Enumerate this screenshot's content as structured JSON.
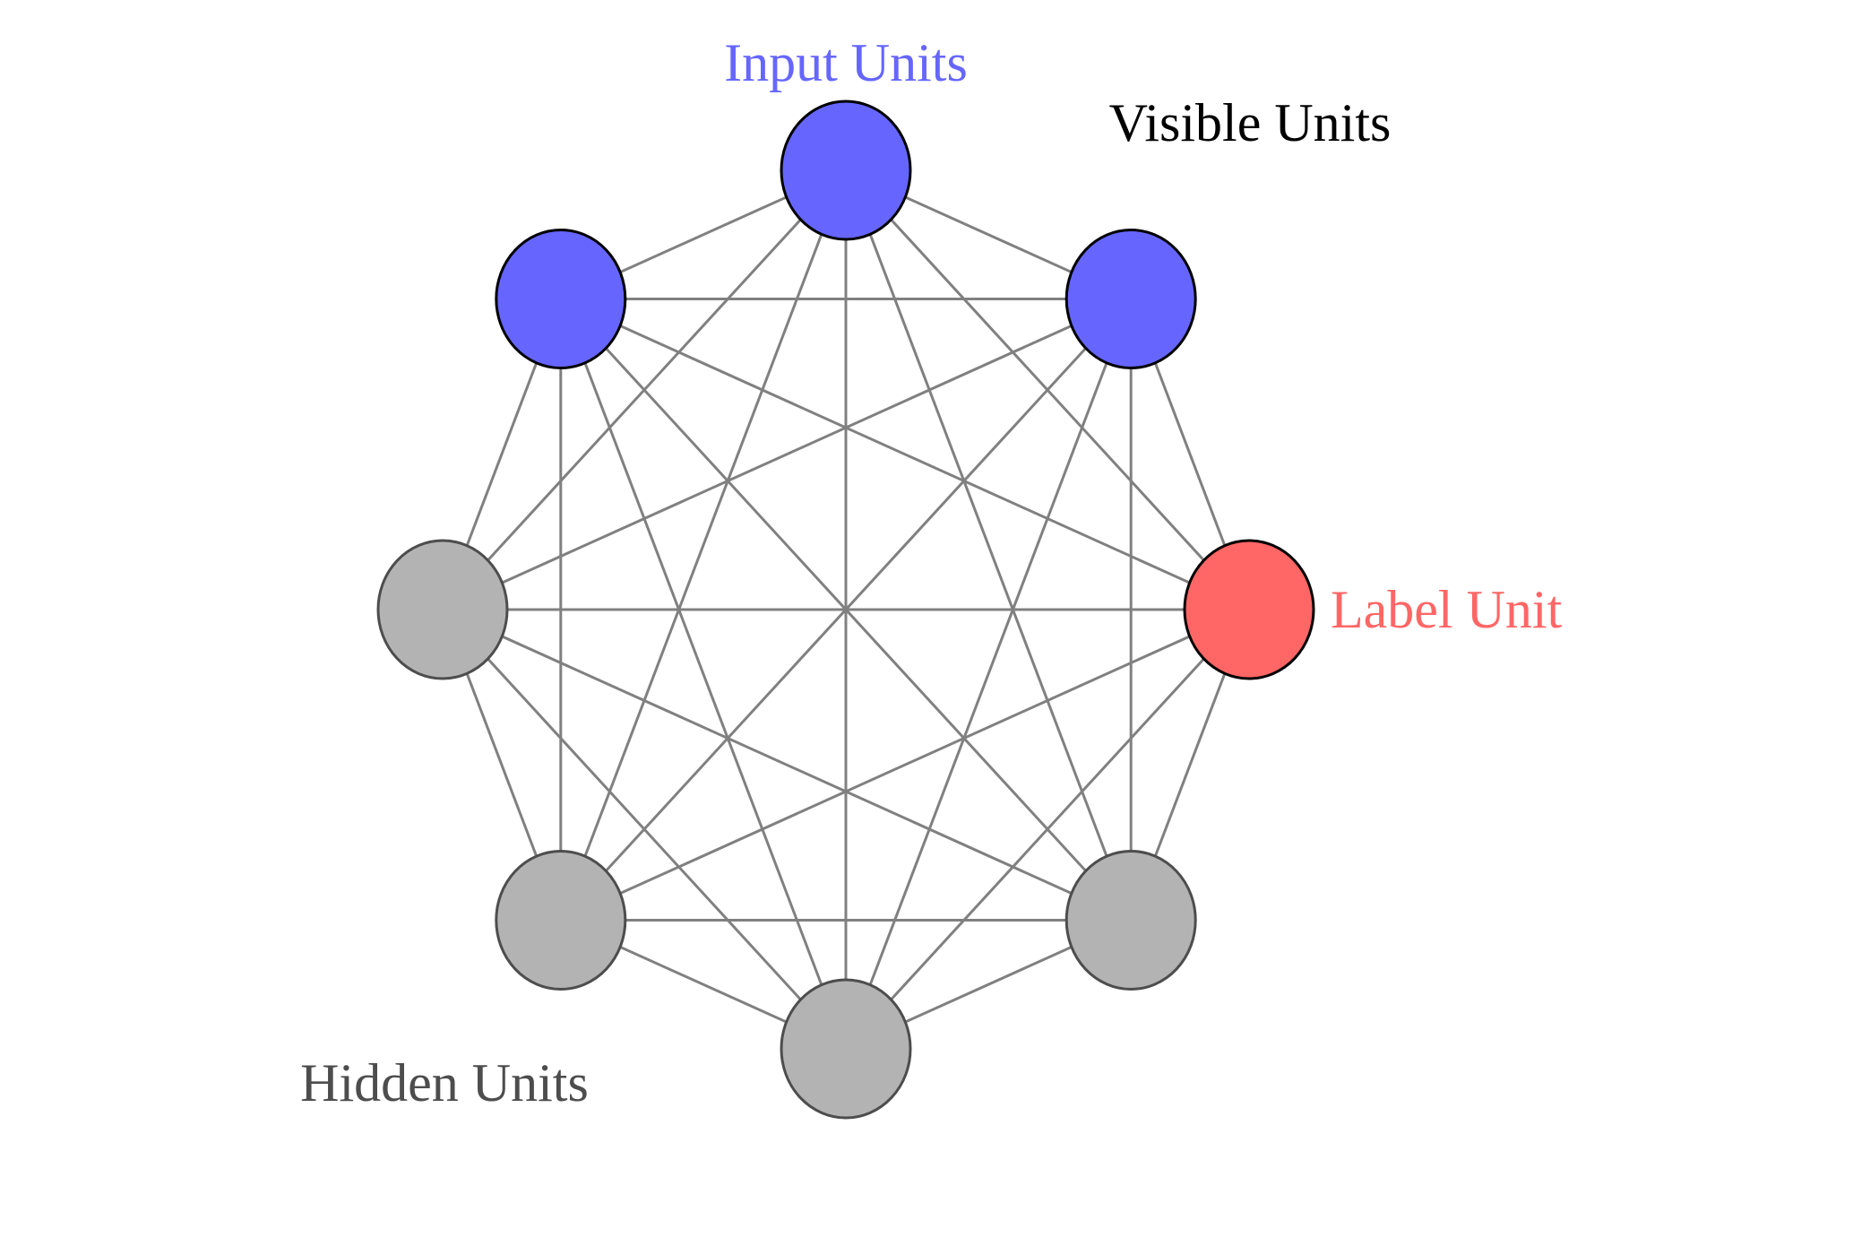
{
  "labels": {
    "input_units": "Input Units",
    "visible_units": "Visible Units",
    "label_unit": "Label Unit",
    "hidden_units": "Hidden Units"
  },
  "colors": {
    "input": "#6666ff",
    "label": "#ff6666",
    "hidden": "#b3b3b3",
    "input_text": "#6666ff",
    "label_text": "#ff6666",
    "hidden_text": "#4d4d4d",
    "visible_text": "#000000",
    "edge": "#808080"
  },
  "graph": {
    "connectivity": "fully-connected",
    "nodes": [
      {
        "id": "n0",
        "type": "input"
      },
      {
        "id": "n1",
        "type": "input"
      },
      {
        "id": "n2",
        "type": "label"
      },
      {
        "id": "n3",
        "type": "hidden"
      },
      {
        "id": "n4",
        "type": "hidden"
      },
      {
        "id": "n5",
        "type": "hidden"
      },
      {
        "id": "n6",
        "type": "hidden"
      },
      {
        "id": "n7",
        "type": "input"
      }
    ]
  }
}
